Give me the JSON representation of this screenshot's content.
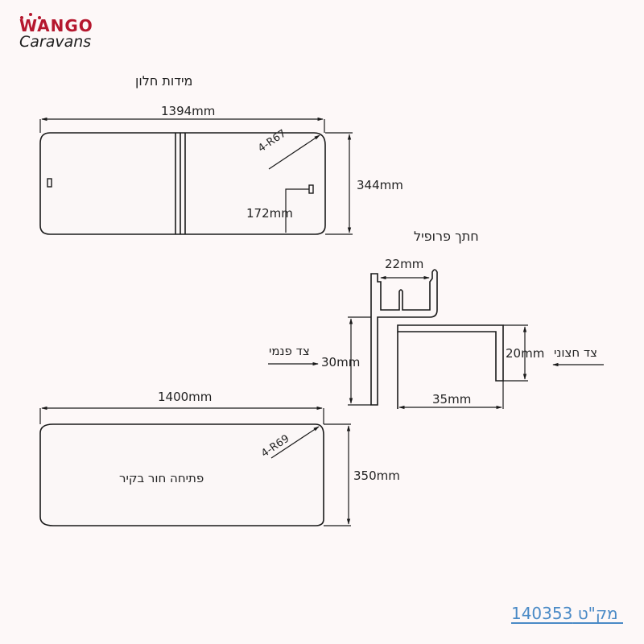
{
  "logo": {
    "line1": "WANGO",
    "line2": "Caravans",
    "brand_color": "#b5172e",
    "text_color": "#1e1e1e"
  },
  "window_drawing": {
    "title": "מידות חלון",
    "width_label": "1394mm",
    "height_label": "344mm",
    "latch_height_label": "172mm",
    "corner_radius_label": "4-R67"
  },
  "profile_section": {
    "title": "חתך פרופיל",
    "channel_width_label": "22mm",
    "inner_height_label": "30mm",
    "outer_height_label": "20mm",
    "outer_width_label": "35mm",
    "inner_side_label": "צד פנמי",
    "outer_side_label": "צד חצוני"
  },
  "wall_opening_drawing": {
    "caption": "פתיחה חור בקיר",
    "width_label": "1400mm",
    "height_label": "350mm",
    "corner_radius_label": "4-R69"
  },
  "footer": {
    "sku_label": " מק\"ט 140353",
    "sku_color": "#4a8ac6"
  },
  "colors": {
    "background": "#fdf8f8",
    "line": "#1a1a1a"
  }
}
